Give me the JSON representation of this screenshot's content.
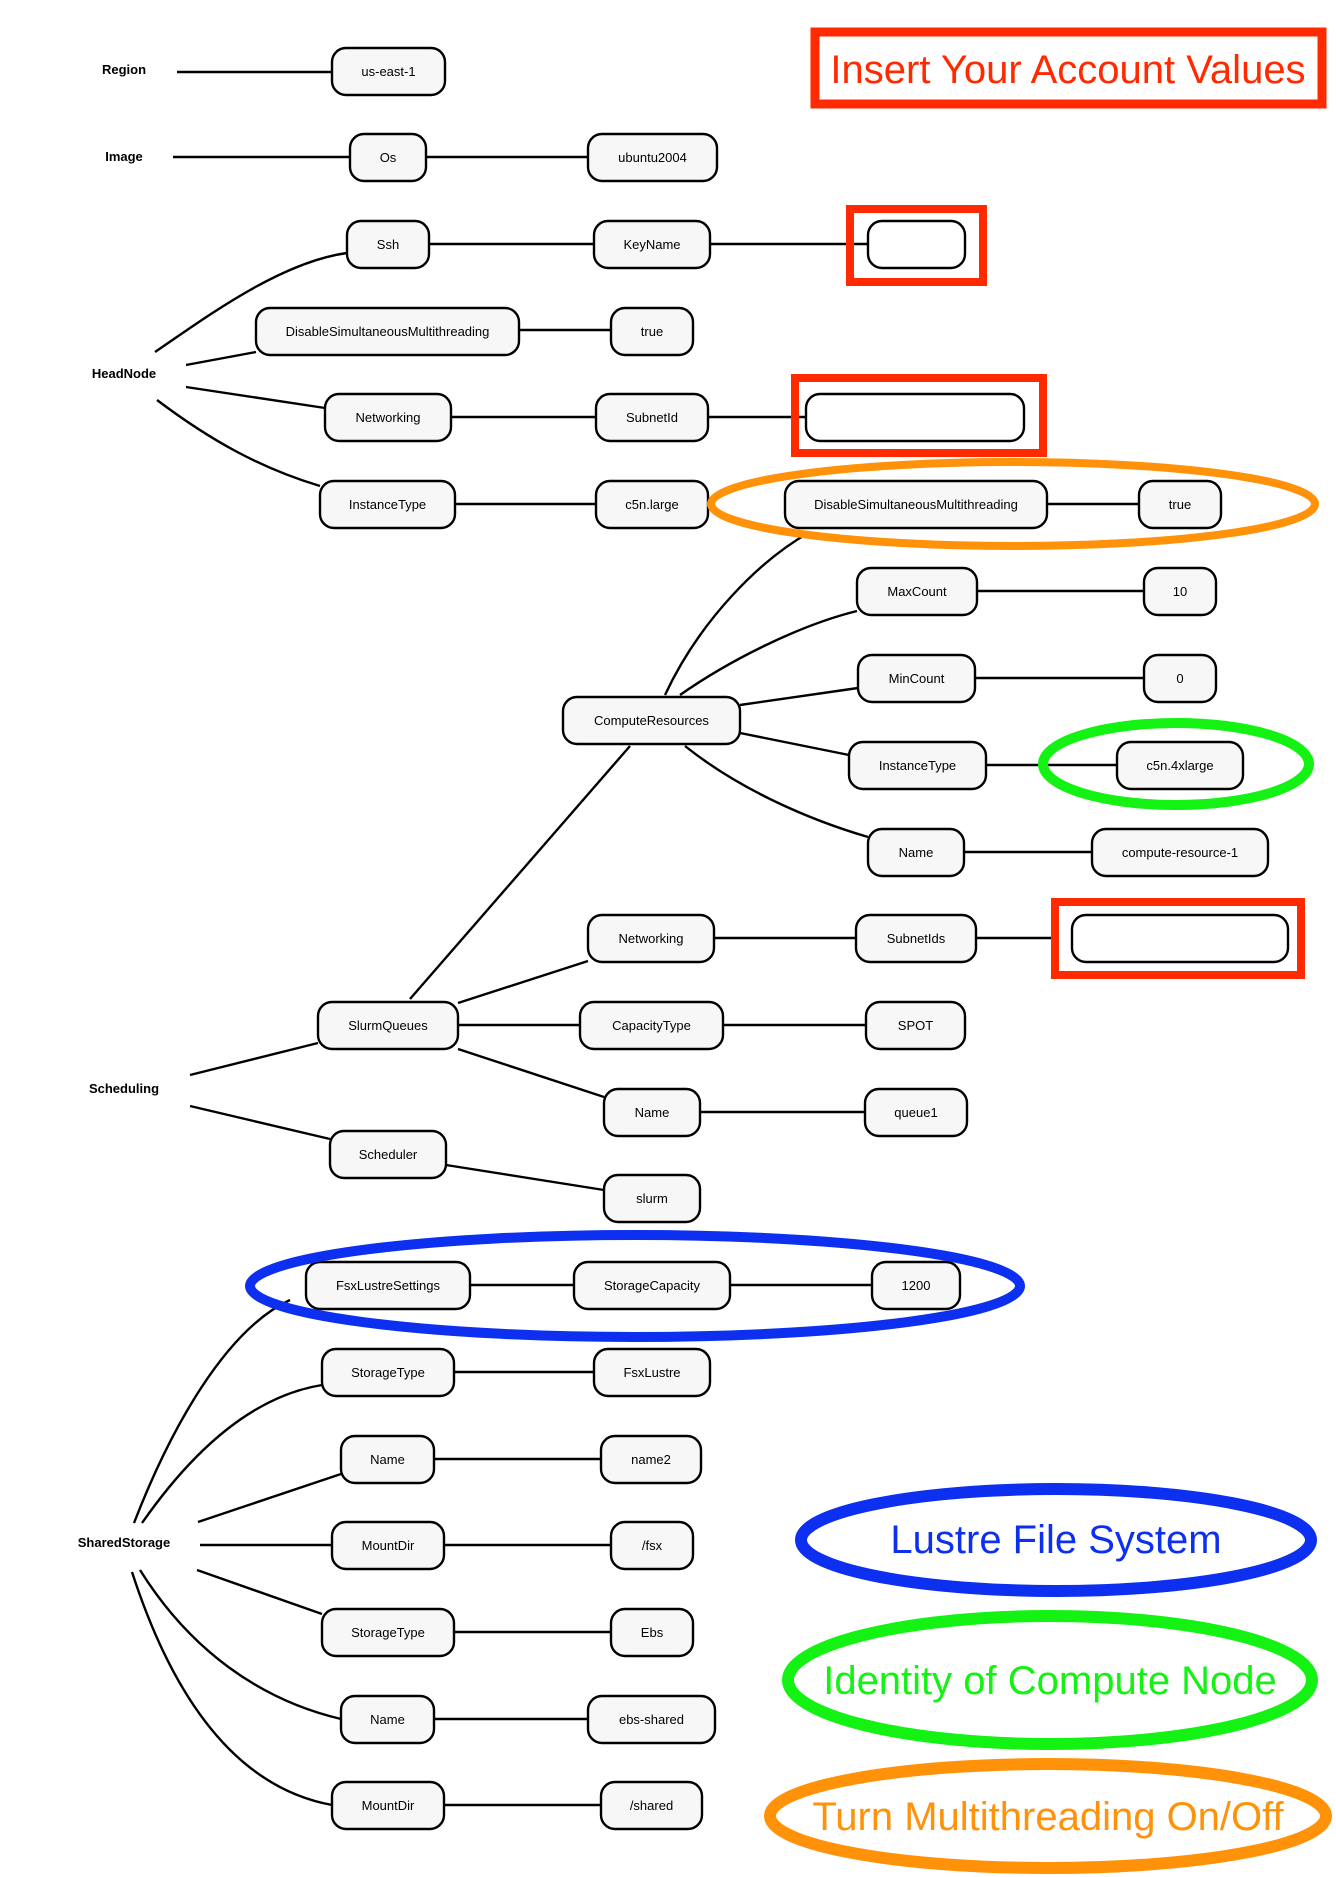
{
  "colors": {
    "account": "#ff2a00",
    "lustre": "#0d2ff0",
    "compute": "#13f213",
    "multithreading": "#ff9208"
  },
  "legend": {
    "account": "Insert Your Account Values",
    "lustre": "Lustre File System",
    "compute": "Identity of Compute Node",
    "multithreading": "Turn Multithreading On/Off"
  },
  "roots": {
    "region": "Region",
    "image": "Image",
    "headnode": "HeadNode",
    "scheduling": "Scheduling",
    "sharedstorage": "SharedStorage"
  },
  "nodes": {
    "region_value": "us-east-1",
    "image_os": "Os",
    "image_os_value": "ubuntu2004",
    "hn_ssh": "Ssh",
    "hn_keyname": "KeyName",
    "hn_keyname_value": "",
    "hn_dsmt": "DisableSimultaneousMultithreading",
    "hn_dsmt_value": "true",
    "hn_networking": "Networking",
    "hn_subnetid": "SubnetId",
    "hn_subnetid_value": "",
    "hn_instancetype": "InstanceType",
    "hn_instancetype_value": "c5n.large",
    "cr_dsmt": "DisableSimultaneousMultithreading",
    "cr_dsmt_value": "true",
    "cr_maxcount": "MaxCount",
    "cr_maxcount_value": "10",
    "cr_mincount": "MinCount",
    "cr_mincount_value": "0",
    "cr_computeresources": "ComputeResources",
    "cr_instancetype": "InstanceType",
    "cr_instancetype_value": "c5n.4xlarge",
    "cr_name": "Name",
    "cr_name_value": "compute-resource-1",
    "q_networking": "Networking",
    "q_subnetids": "SubnetIds",
    "q_subnetids_value": "",
    "sch_slurmqueues": "SlurmQueues",
    "q_capacitytype": "CapacityType",
    "q_capacitytype_value": "SPOT",
    "q_name": "Name",
    "q_name_value": "queue1",
    "sch_scheduler": "Scheduler",
    "sch_scheduler_value": "slurm",
    "ss_fsx": "FsxLustreSettings",
    "ss_storagecapacity": "StorageCapacity",
    "ss_storagecapacity_value": "1200",
    "ss_storagetype1": "StorageType",
    "ss_storagetype1_value": "FsxLustre",
    "ss_name1": "Name",
    "ss_name1_value": "name2",
    "ss_mountdir1": "MountDir",
    "ss_mountdir1_value": "/fsx",
    "ss_storagetype2": "StorageType",
    "ss_storagetype2_value": "Ebs",
    "ss_name2": "Name",
    "ss_name2_value": "ebs-shared",
    "ss_mountdir2": "MountDir",
    "ss_mountdir2_value": "/shared"
  }
}
